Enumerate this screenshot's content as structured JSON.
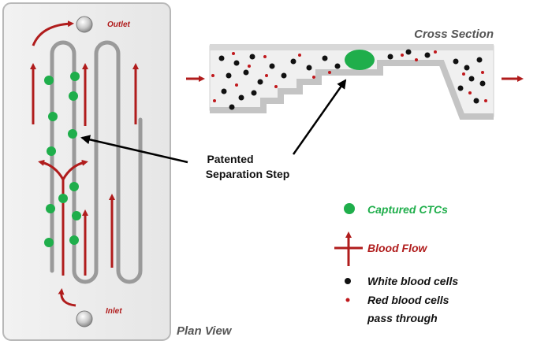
{
  "labels": {
    "outlet": "Outlet",
    "inlet": "Inlet",
    "cross_section": "Cross Section",
    "plan_view": "Plan View",
    "separation_line1": "Patented",
    "separation_line2": "Separation Step"
  },
  "legend": {
    "captured": "Captured CTCs",
    "blood_flow": "Blood Flow",
    "white_cells": "White blood cells",
    "red_cells_line1": "Red blood cells",
    "red_cells_line2": "pass through"
  },
  "colors": {
    "flow": "#b01c1c",
    "ctc": "#1fae4b",
    "channel": "#9a9a9a",
    "white_cell": "#111111",
    "red_cell": "#c0181c",
    "legend_green_text": "#1fae4b",
    "legend_red_text": "#b01c1c"
  }
}
